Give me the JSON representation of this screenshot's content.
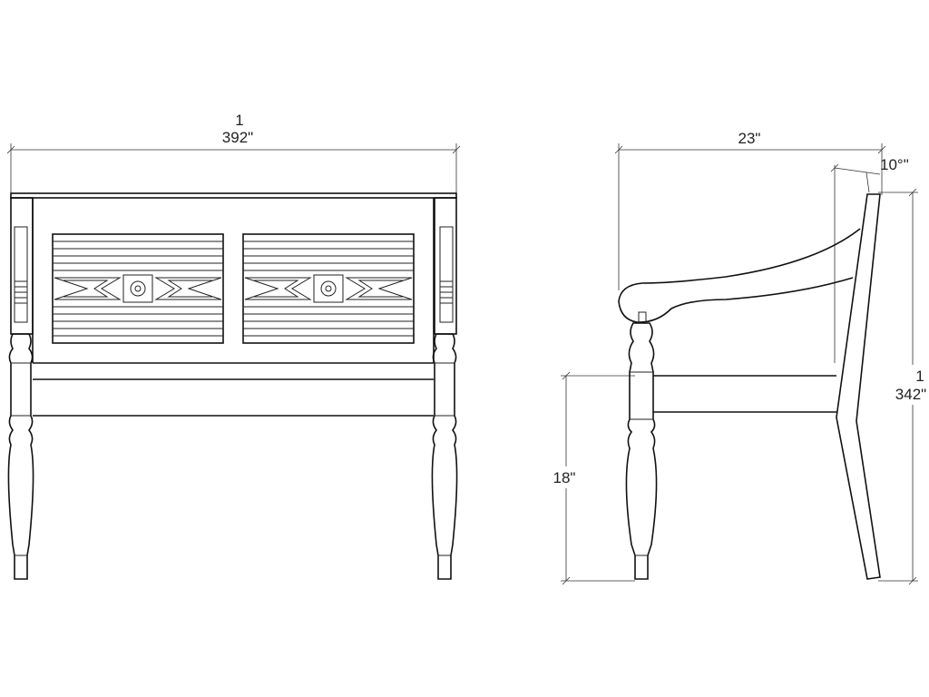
{
  "front_view": {
    "width_dimension_line1": "1",
    "width_dimension_line2": "392\""
  },
  "side_view": {
    "depth_dimension": "23\"",
    "back_angle_dimension": "10°\"",
    "height_dimension_line1": "1",
    "height_dimension_line2": "342\"",
    "seat_height_dimension": "18\""
  }
}
